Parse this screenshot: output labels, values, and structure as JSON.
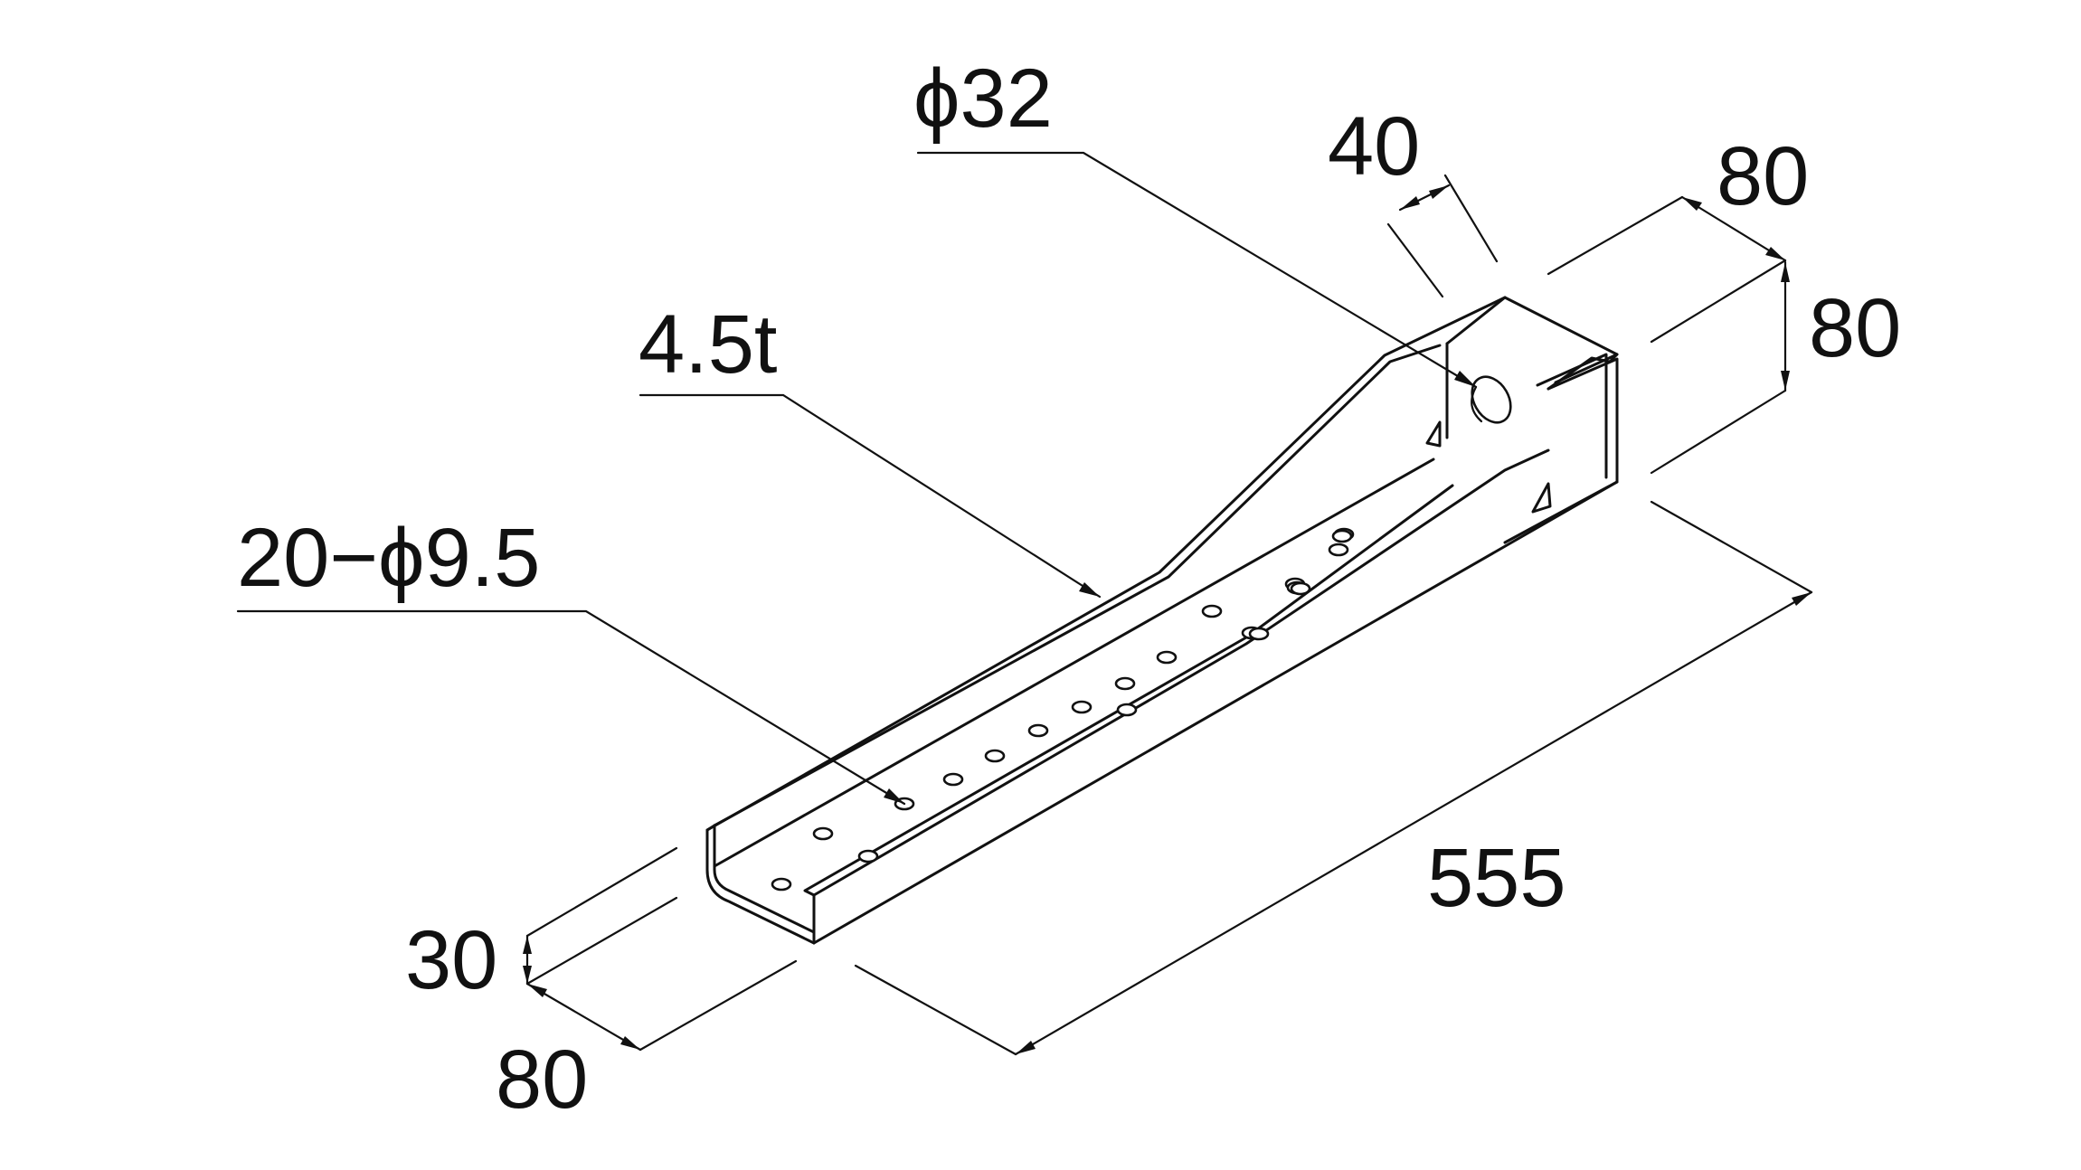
{
  "drawing": {
    "colors": {
      "ink": "#111111",
      "background": "#ffffff"
    },
    "labels": {
      "pin_hole": "ϕ32",
      "top_width": "40",
      "end_width": "80",
      "end_height": "80",
      "thickness": "4.5t",
      "bolt_holes": "20−ϕ9.5",
      "length": "555",
      "flange_height": "30",
      "base_width": "80"
    }
  }
}
